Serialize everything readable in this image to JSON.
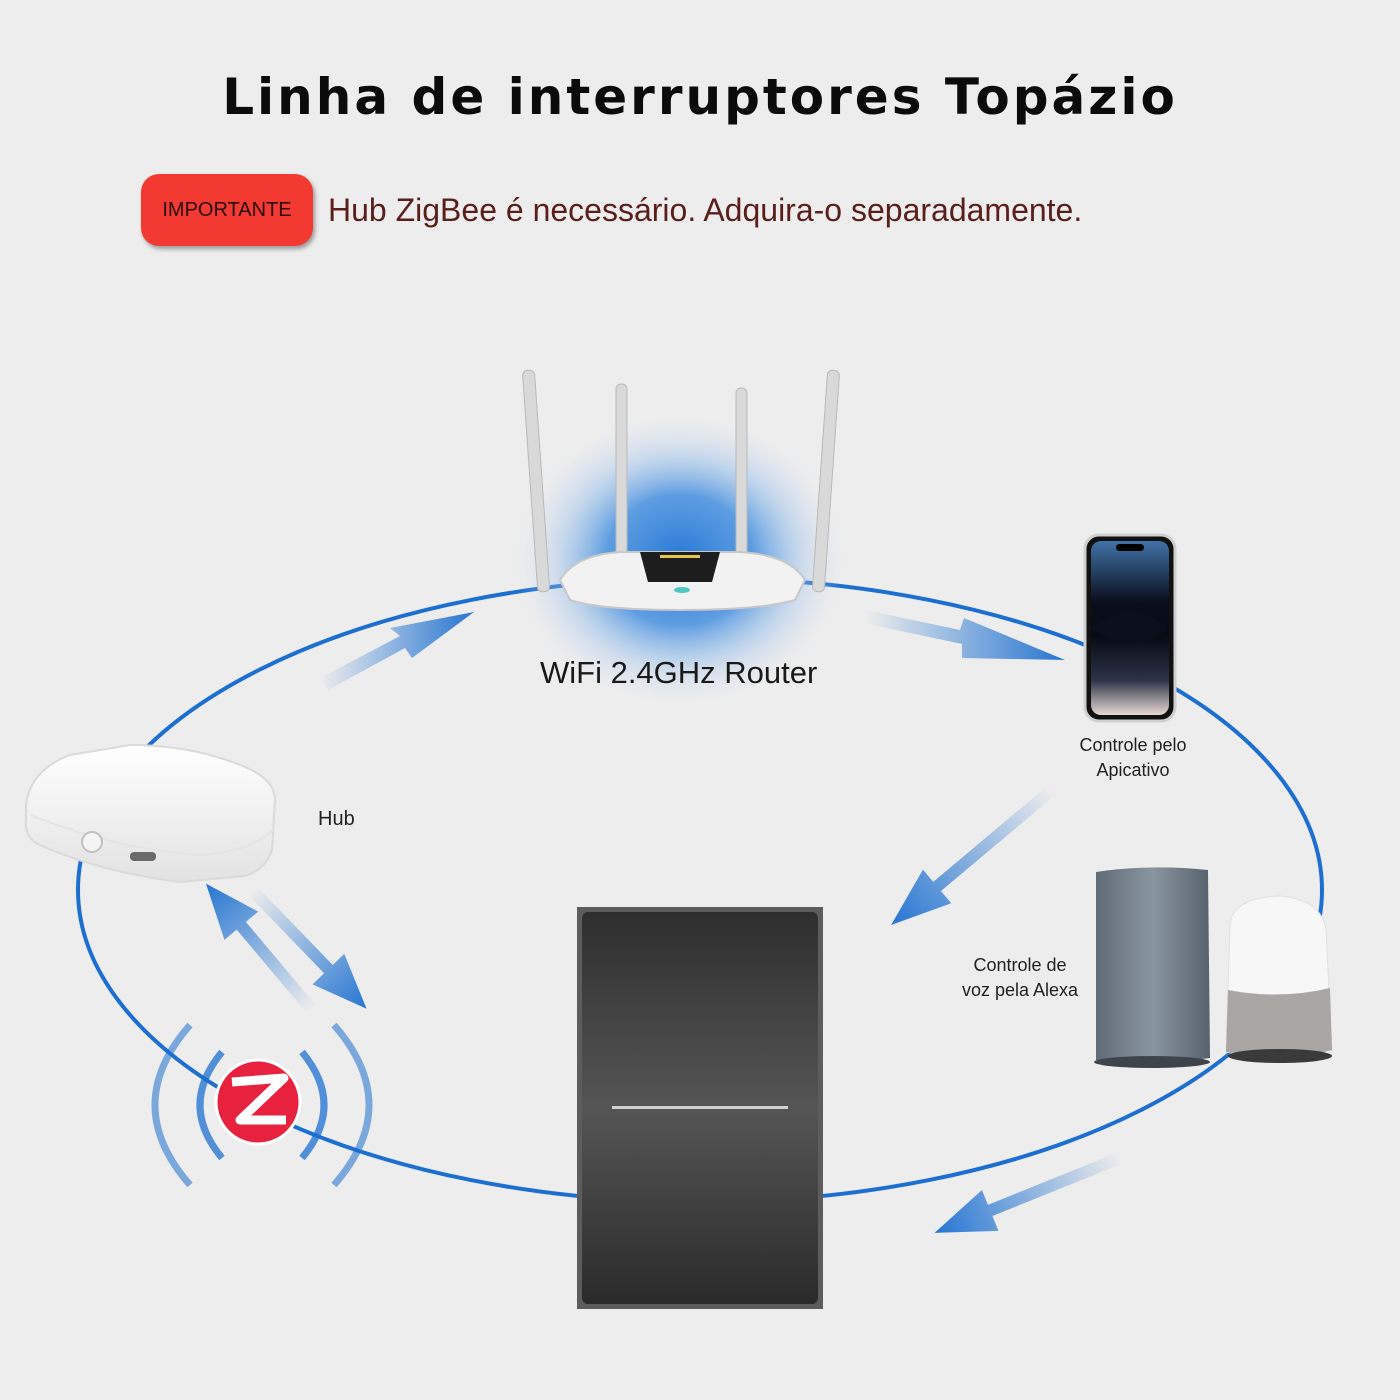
{
  "title": "Linha de interruptores Topázio",
  "notice": {
    "badge": "IMPORTANTE",
    "text": "Hub ZigBee é necessário. Adquira-o separadamente."
  },
  "labels": {
    "router": "WiFi 2.4GHz Router",
    "app_line1": "Controle pelo",
    "app_line2": "Apicativo",
    "hub": "Hub",
    "voice_line1": "Controle de",
    "voice_line2": "voz pela Alexa"
  },
  "icons": [
    "wifi-router-icon",
    "smartphone-icon",
    "zigbee-hub-icon",
    "zigbee-logo-icon",
    "smart-speaker-icon",
    "smart-switch-icon",
    "arrow-icon"
  ],
  "colors": {
    "connection_line": "#1c6fd0",
    "badge": "#f23a33",
    "switch_panel": "#3a3a3a",
    "zigbee_logo": "#e8223e"
  }
}
